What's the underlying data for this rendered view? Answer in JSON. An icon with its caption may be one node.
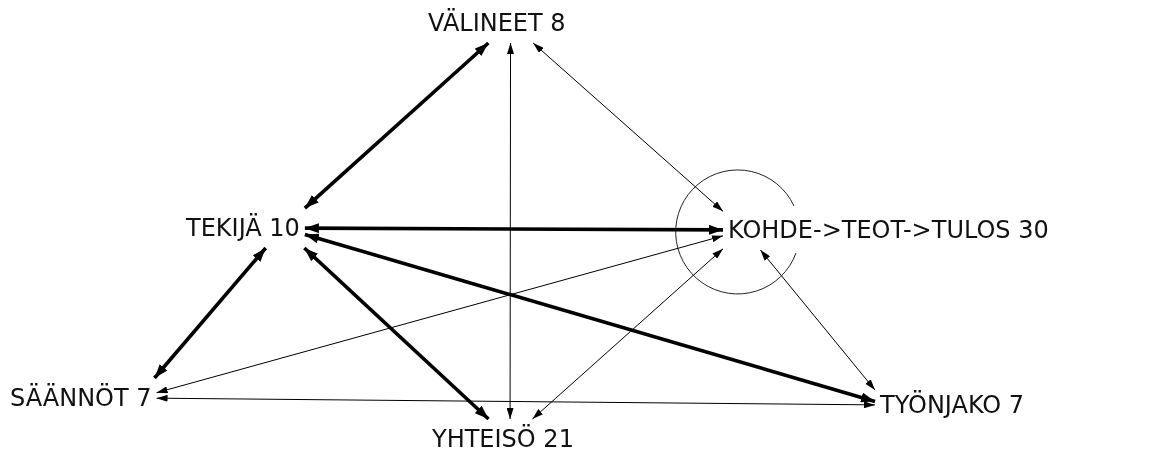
{
  "diagram": {
    "nodes": [
      {
        "text": [
          "VÄLINEET 8"
        ]
      },
      {
        "text": [
          "TEKIJÄ 10"
        ]
      },
      {
        "text": [
          "KOHDE->TEOT->TULOS 30"
        ]
      },
      {
        "text": [
          "SÄÄNNÖT 7"
        ]
      },
      {
        "text": [
          "YHTEISÖ 21"
        ]
      },
      {
        "text": [
          "TYÖNJAKO 7"
        ]
      }
    ],
    "edges": [
      {
        "from": 1,
        "to": 0,
        "arrow": "both",
        "style": "thick"
      },
      {
        "from": 0,
        "to": 4,
        "arrow": "both"
      },
      {
        "from": 2,
        "to": 0,
        "arrow": "both"
      },
      {
        "from": 1,
        "to": 2,
        "arrow": "both",
        "style": "thick"
      },
      {
        "from": 1,
        "to": 5,
        "arrow": "both",
        "style": "thick"
      },
      {
        "from": 1,
        "to": 3,
        "arrow": "both",
        "style": "thick"
      },
      {
        "from": 1,
        "to": 4,
        "arrow": "both",
        "style": "thick"
      },
      {
        "from": 2,
        "to": 3,
        "arrow": "both"
      },
      {
        "from": 2,
        "to": 4,
        "arrow": "both"
      },
      {
        "from": 2,
        "to": 5,
        "arrow": "both"
      },
      {
        "from": 3,
        "to": 5,
        "arrow": "both"
      }
    ]
  }
}
